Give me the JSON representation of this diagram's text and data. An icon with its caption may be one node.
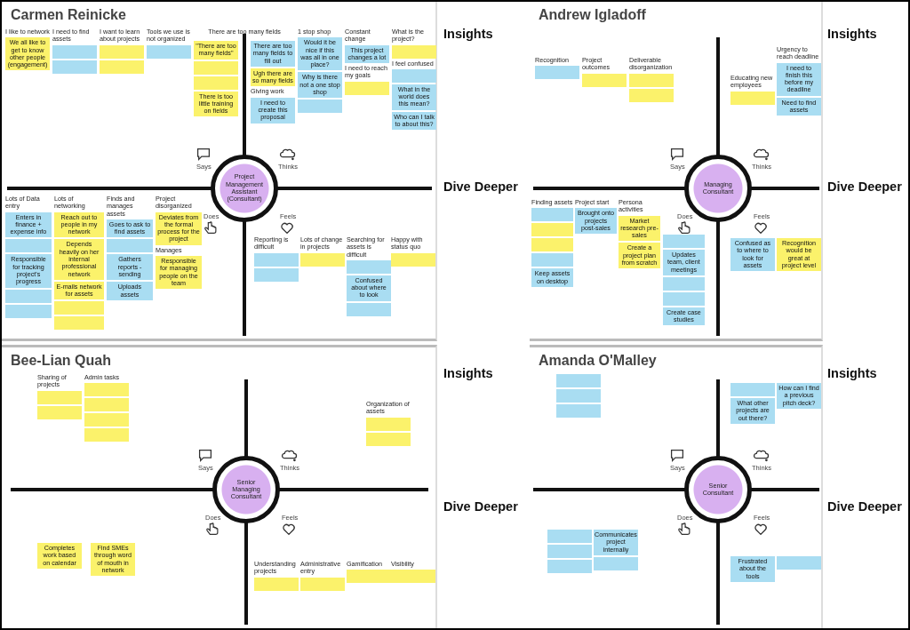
{
  "diagram": {
    "nodes": [
      {
        "text": [
          "Carmen Reinicke"
        ]
      },
      {
        "text": [
          "Project Management Assistant (Consultant)"
        ],
        "in": 0
      },
      {
        "text": [
          "We all like to get to know other people (engagement)"
        ],
        "in": 0
      },
      {
        "text": [],
        "shape": "box",
        "in": 0
      },
      {
        "text": [],
        "shape": "box",
        "in": 0
      },
      {
        "text": [],
        "shape": "box",
        "in": 0
      },
      {
        "text": [],
        "shape": "box",
        "in": 0
      },
      {
        "text": [],
        "shape": "box",
        "in": 0
      },
      {
        "text": [
          "\"There are too many fields\""
        ],
        "in": 0
      },
      {
        "text": [],
        "shape": "box",
        "in": 0
      },
      {
        "text": [],
        "shape": "box",
        "in": 0
      },
      {
        "text": [
          "There is too little training on fields"
        ],
        "in": 0
      },
      {
        "text": [
          "There are too many fields to fill out"
        ],
        "in": 0
      },
      {
        "text": [
          "Ugh there are so many fields"
        ],
        "in": 0
      },
      {
        "text": [
          "I need to create this proposal"
        ],
        "in": 0
      },
      {
        "text": [
          "Would it be nice if this was all in one place?"
        ],
        "in": 0
      },
      {
        "text": [
          "Why is there not a one stop shop"
        ],
        "in": 0
      },
      {
        "text": [],
        "shape": "box",
        "in": 0
      },
      {
        "text": [
          "This project changes a lot"
        ],
        "in": 0
      },
      {
        "text": [],
        "shape": "box",
        "in": 0
      },
      {
        "text": [],
        "shape": "box",
        "in": 0
      },
      {
        "text": [],
        "shape": "box",
        "in": 0
      },
      {
        "text": [
          "What in the world does this mean?"
        ],
        "in": 0
      },
      {
        "text": [
          "Who can I talk to about this?"
        ],
        "in": 0
      },
      {
        "text": [
          "Enters in finance + expense info"
        ],
        "in": 0
      },
      {
        "text": [],
        "shape": "box",
        "in": 0
      },
      {
        "text": [
          "Responsible for tracking project's progress"
        ],
        "in": 0
      },
      {
        "text": [],
        "shape": "box",
        "in": 0
      },
      {
        "text": [],
        "shape": "box",
        "in": 0
      },
      {
        "text": [
          "Reach out to people in my network"
        ],
        "in": 0
      },
      {
        "text": [
          "Depends heavily on her internal professional network"
        ],
        "in": 0
      },
      {
        "text": [
          "E-mails network for assets"
        ],
        "in": 0
      },
      {
        "text": [],
        "shape": "box",
        "in": 0
      },
      {
        "text": [],
        "shape": "box",
        "in": 0
      },
      {
        "text": [
          "Goes to ask to find assets"
        ],
        "in": 0
      },
      {
        "text": [],
        "shape": "box",
        "in": 0
      },
      {
        "text": [
          "Gathers reports - sending"
        ],
        "in": 0
      },
      {
        "text": [
          "Uploads assets"
        ],
        "in": 0
      },
      {
        "text": [
          "Deviates from the formal process for the project"
        ],
        "in": 0
      },
      {
        "text": [
          "Responsible for managing people on the team"
        ],
        "in": 0
      },
      {
        "text": [],
        "shape": "box",
        "in": 0
      },
      {
        "text": [],
        "shape": "box",
        "in": 0
      },
      {
        "text": [],
        "shape": "box",
        "in": 0
      },
      {
        "text": [],
        "shape": "box",
        "in": 0
      },
      {
        "text": [
          "Confused about where to look"
        ],
        "in": 0
      },
      {
        "text": [],
        "shape": "box",
        "in": 0
      },
      {
        "text": [],
        "shape": "box",
        "in": 0
      },
      {
        "text": [
          "Andrew Igladoff"
        ]
      },
      {
        "text": [
          "Managing Consultant"
        ],
        "in": 47
      },
      {
        "text": [],
        "shape": "box",
        "in": 47
      },
      {
        "text": [],
        "shape": "box",
        "in": 47
      },
      {
        "text": [],
        "shape": "box",
        "in": 47
      },
      {
        "text": [],
        "shape": "box",
        "in": 47
      },
      {
        "text": [],
        "shape": "box",
        "in": 47
      },
      {
        "text": [
          "I need to finish this before my deadline"
        ],
        "in": 47
      },
      {
        "text": [
          "Need to find assets"
        ],
        "in": 47
      },
      {
        "text": [],
        "shape": "box",
        "in": 47
      },
      {
        "text": [],
        "shape": "box",
        "in": 47
      },
      {
        "text": [],
        "shape": "box",
        "in": 47
      },
      {
        "text": [],
        "shape": "box",
        "in": 47
      },
      {
        "text": [
          "Keep assets on desktop"
        ],
        "in": 47
      },
      {
        "text": [
          "Brought onto projects post-sales"
        ],
        "in": 47
      },
      {
        "text": [
          "Market research pre-sales"
        ],
        "in": 47
      },
      {
        "text": [
          "Create a project plan from scratch"
        ],
        "in": 47
      },
      {
        "text": [],
        "shape": "box",
        "in": 47
      },
      {
        "text": [
          "Updates team, client meetings"
        ],
        "in": 47
      },
      {
        "text": [],
        "shape": "box",
        "in": 47
      },
      {
        "text": [],
        "shape": "box",
        "in": 47
      },
      {
        "text": [
          "Create case studies"
        ],
        "in": 47
      },
      {
        "text": [
          "Confused as to where to look for assets"
        ],
        "in": 47
      },
      {
        "text": [
          "Recognition would be great at project level"
        ],
        "in": 47
      },
      {
        "text": [
          "Bee-Lian Quah"
        ]
      },
      {
        "text": [
          "Senior Managing Consultant"
        ],
        "in": 71
      },
      {
        "text": [],
        "shape": "box",
        "in": 71
      },
      {
        "text": [],
        "shape": "box",
        "in": 71
      },
      {
        "text": [],
        "shape": "box",
        "in": 71
      },
      {
        "text": [],
        "shape": "box",
        "in": 71
      },
      {
        "text": [],
        "shape": "box",
        "in": 71
      },
      {
        "text": [],
        "shape": "box",
        "in": 71
      },
      {
        "text": [],
        "shape": "box",
        "in": 71
      },
      {
        "text": [],
        "shape": "box",
        "in": 71
      },
      {
        "text": [
          "Completes work based on calendar"
        ],
        "in": 71
      },
      {
        "text": [
          "Find SMEs through word of mouth in network"
        ],
        "in": 71
      },
      {
        "text": [],
        "shape": "box",
        "in": 71
      },
      {
        "text": [],
        "shape": "box",
        "in": 71
      },
      {
        "text": [],
        "shape": "box",
        "in": 71
      },
      {
        "text": [],
        "shape": "box",
        "in": 71
      },
      {
        "text": [
          "Amanda O'Malley"
        ]
      },
      {
        "text": [
          "Senior Consultant"
        ],
        "in": 87
      },
      {
        "text": [],
        "shape": "box",
        "in": 87
      },
      {
        "text": [],
        "shape": "box",
        "in": 87
      },
      {
        "text": [],
        "shape": "box",
        "in": 87
      },
      {
        "text": [],
        "shape": "box",
        "in": 87
      },
      {
        "text": [
          "What other projects are out there?"
        ],
        "in": 87
      },
      {
        "text": [
          "How can I find a previous pitch deck?"
        ],
        "in": 87
      },
      {
        "text": [],
        "shape": "box",
        "in": 87
      },
      {
        "text": [
          "Communicates project internally"
        ],
        "in": 87
      },
      {
        "text": [],
        "shape": "box",
        "in": 87
      },
      {
        "text": [],
        "shape": "box",
        "in": 87
      },
      {
        "text": [],
        "shape": "box",
        "in": 87
      },
      {
        "text": [
          "Frustrated about the tools"
        ],
        "in": 87
      },
      {
        "text": [],
        "shape": "box",
        "in": 87
      }
    ],
    "labels": [
      "I like to network",
      "I need to find assets",
      "I want to learn about projects",
      "Tools we use is not organized",
      "There are too many fields",
      "1 stop shop",
      "Constant change",
      "What is the project?",
      "I need to reach my goals",
      "I feel confused",
      "Giving work",
      "Says",
      "Thinks",
      "Lots of Data entry",
      "Lots of networking",
      "Does",
      "Feels",
      "Finds and manages assets",
      "Reporting is difficult",
      "Lots of change in projects",
      "Searching for assets is difficult",
      "Happy with status quo",
      "Project disorganized",
      "Manages",
      "Insights",
      "Dive Deeper",
      "Recognition",
      "Project outcomes",
      "Deliverable disorganization",
      "Urgency to reach deadline",
      "Educating new employees",
      "Says",
      "Thinks",
      "Does",
      "Feels",
      "Finding assets",
      "Project start",
      "Persona activities",
      "Insights",
      "Dive Deeper",
      "Sharing of projects",
      "Admin tasks",
      "Organization of assets",
      "Says",
      "Thinks",
      "Does",
      "Feels",
      "Understanding projects",
      "Administrative entry",
      "Gamification",
      "Visibility",
      "Insights",
      "Dive Deeper",
      "Says",
      "Thinks",
      "Does",
      "Feels",
      "Insights",
      "Dive Deeper"
    ]
  }
}
